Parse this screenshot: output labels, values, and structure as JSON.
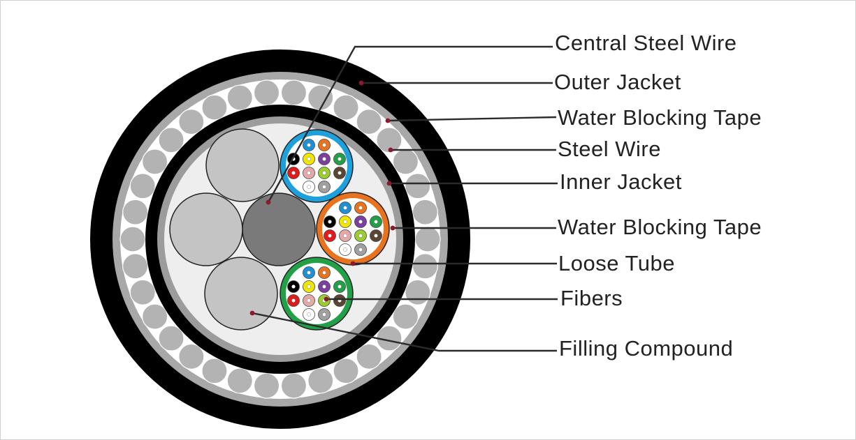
{
  "colors": {
    "outer_jacket": "#000000",
    "water_blocking_tape_outer": "#a8a8a8",
    "steel_wire": "#b3b3b3",
    "inner_jacket": "#000000",
    "water_blocking_tape_inner": "#9c9c9c",
    "core_background": "#eeeeee",
    "central_steel_wire": "#7a7a7a",
    "filler_rod": "#c4c4c4",
    "leader_line": "#2b2b2b",
    "leader_dot": "#8b1a2e"
  },
  "tubes": [
    {
      "color": "#1ea0dc"
    },
    {
      "color": "#e8731e"
    },
    {
      "color": "#22a047"
    }
  ],
  "fiber_colors": [
    "#1e90d6",
    "#e8731e",
    "#000000",
    "#f2e600",
    "#7b3fa0",
    "#22a047",
    "#e01b1b",
    "#e6a8a8",
    "#9acd32",
    "#5a4632",
    "#ffffff",
    "#a0a0a0"
  ],
  "labels": {
    "central_steel_wire": "Central Steel Wire",
    "outer_jacket": "Outer Jacket",
    "water_blocking_tape_1": "Water Blocking Tape",
    "steel_wire": "Steel Wire",
    "inner_jacket": "Inner Jacket",
    "water_blocking_tape_2": "Water Blocking Tape",
    "loose_tube": "Loose Tube",
    "fibers": "Fibers",
    "filling_compound": "Filling Compound"
  }
}
